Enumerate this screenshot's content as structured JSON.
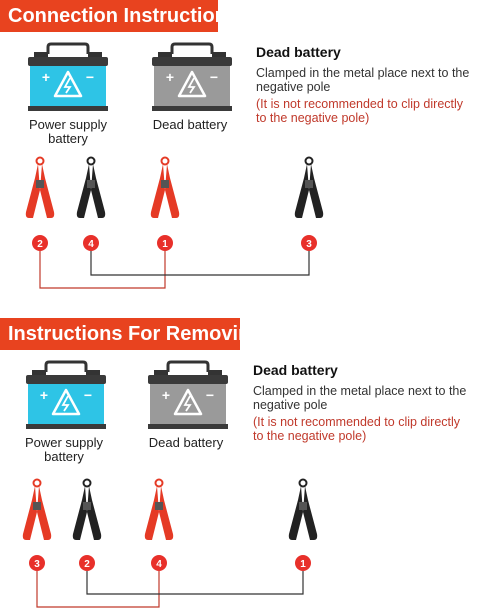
{
  "sections": [
    {
      "header": "Connection Instructions",
      "power_label": "Power supply\nbattery",
      "dead_label": "Dead battery",
      "info_title": "Dead battery",
      "info_desc": "Clamped in the metal place next to the negative pole",
      "info_note": "(It is not recommended to clip directly to the negative pole)",
      "steps": [
        "2",
        "4",
        "1",
        "3"
      ]
    },
    {
      "header": "Instructions For Removing",
      "power_label": "Power supply\nbattery",
      "dead_label": "Dead battery",
      "info_title": "Dead battery",
      "info_desc": "Clamped in the metal place next to the negative pole",
      "info_note": "(It is not recommended to clip directly to the negative pole)",
      "steps": [
        "3",
        "2",
        "4",
        "1"
      ]
    }
  ],
  "battery_symbols": {
    "plus": "+",
    "minus": "−"
  },
  "colors": {
    "banner": "#e8431f",
    "power_battery": "#2ec4e6",
    "dead_battery": "#9a9a9a",
    "clamp_red": "#e53a25",
    "clamp_black": "#222222",
    "step_badge": "#e8302a",
    "wire_red": "#c0392b",
    "wire_black": "#333333",
    "note_text": "#c0392b"
  }
}
